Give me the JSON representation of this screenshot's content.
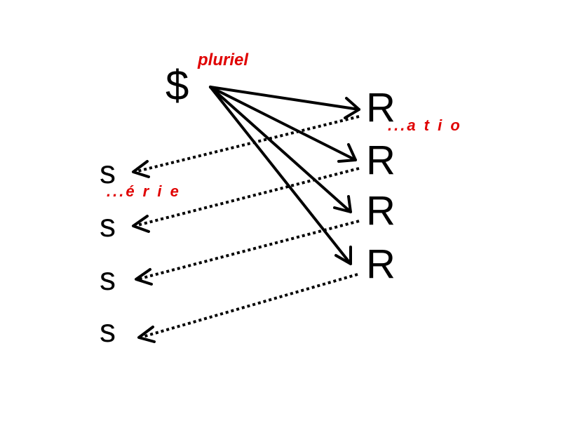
{
  "diagram": {
    "root_symbol": "$",
    "root_note": "pluriel",
    "targets": [
      {
        "id": "r1",
        "label": "R",
        "note": "...a t i o"
      },
      {
        "id": "r2",
        "label": "R",
        "note": ""
      },
      {
        "id": "r3",
        "label": "R",
        "note": ""
      },
      {
        "id": "r4",
        "label": "R",
        "note": ""
      }
    ],
    "results": [
      {
        "id": "s1",
        "label": "s",
        "note": "...é r i e"
      },
      {
        "id": "s2",
        "label": "s",
        "note": ""
      },
      {
        "id": "s3",
        "label": "s",
        "note": ""
      },
      {
        "id": "s4",
        "label": "s",
        "note": ""
      }
    ],
    "edges_solid": [
      {
        "from": "$",
        "to": "r1"
      },
      {
        "from": "$",
        "to": "r2"
      },
      {
        "from": "$",
        "to": "r3"
      },
      {
        "from": "$",
        "to": "r4"
      }
    ],
    "edges_dotted": [
      {
        "from": "r1",
        "to": "s1"
      },
      {
        "from": "r2",
        "to": "s2"
      },
      {
        "from": "r3",
        "to": "s3"
      },
      {
        "from": "r4",
        "to": "s4"
      }
    ],
    "colors": {
      "text": "#000000",
      "annotation": "#e00000",
      "background": "#ffffff"
    }
  }
}
